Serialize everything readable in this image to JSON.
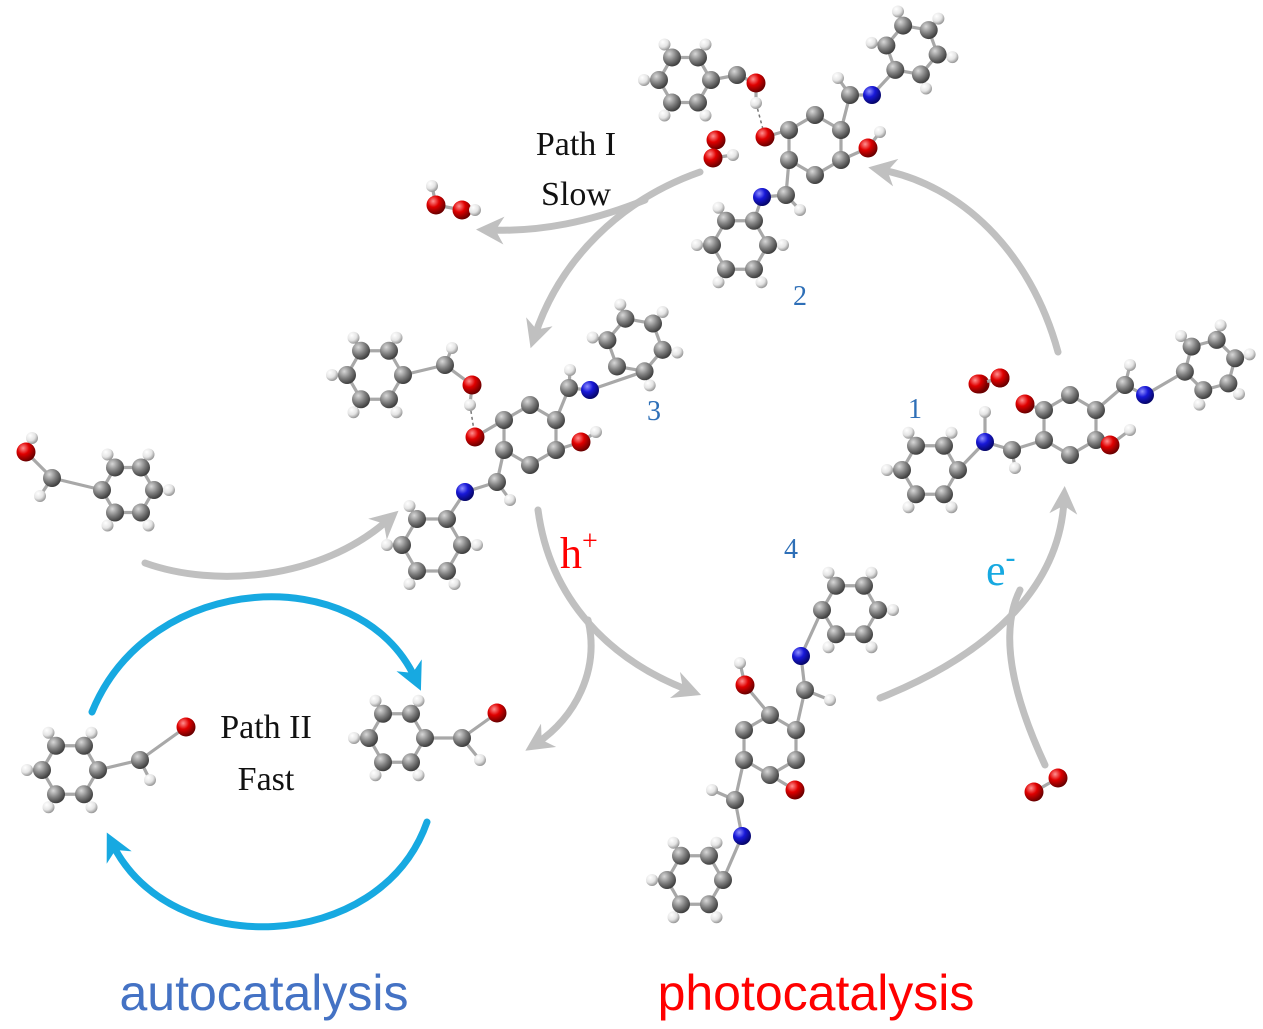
{
  "labels": {
    "path1": [
      "Path I",
      "Slow"
    ],
    "path2": [
      "Path II",
      "Fast"
    ],
    "hole": {
      "base": "h",
      "sup": "+"
    },
    "electron": {
      "base": "e",
      "sup": "-"
    },
    "structure_numbers": {
      "s1": "1",
      "s2": "2",
      "s3": "3",
      "s4": "4"
    },
    "autocatalysis": "autocatalysis",
    "photocatalysis": "photocatalysis"
  },
  "colors": {
    "carbon": "#7a7a7a",
    "hydrogen": "#e8e8e8",
    "oxygen": "#d40000",
    "nitrogen": "#1a1ad4",
    "gray_arrow": "#c0c0c0",
    "blue_arrow": "#17a9e1",
    "number_blue": "#2e6fb7",
    "autocatalysis_text": "#4472c4",
    "photocatalysis_text": "#ff0000",
    "hole_text": "#ff0000",
    "electron_text": "#17a9e1"
  }
}
